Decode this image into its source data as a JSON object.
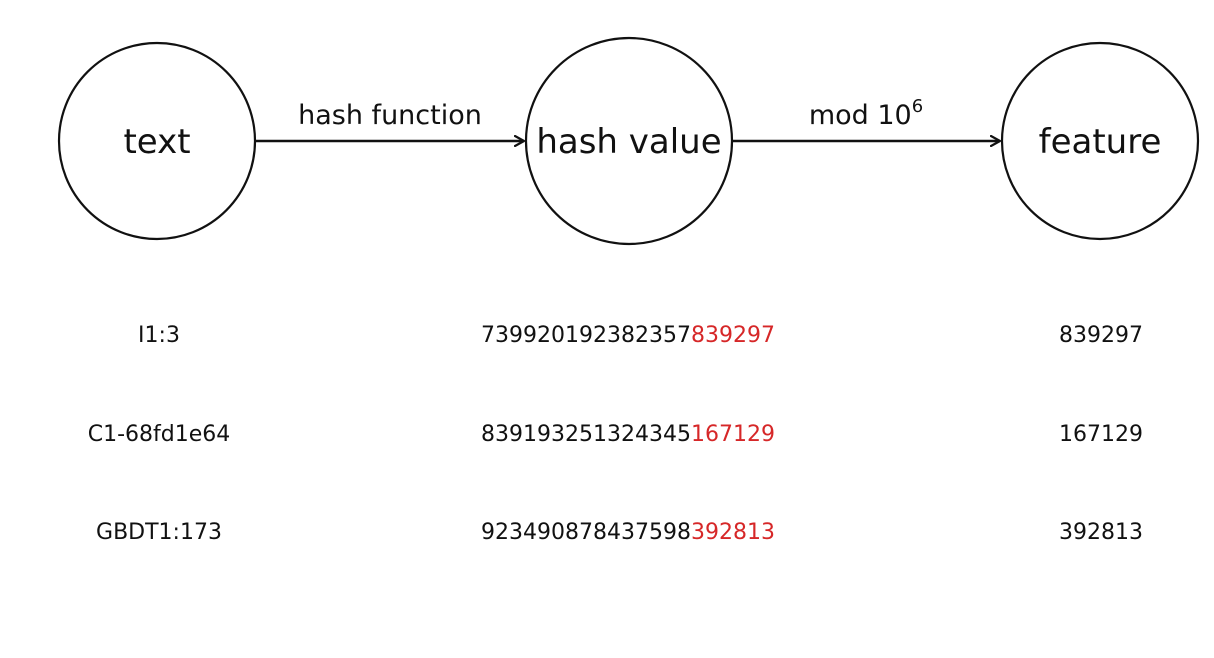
{
  "nodes": {
    "text": "text",
    "hash_value": "hash value",
    "feature": "feature"
  },
  "edges": {
    "hash_function": "hash function",
    "mod_base": "mod 10",
    "mod_exp": "6"
  },
  "rows": [
    {
      "text": "I1:3",
      "hash_prefix": "739920192382357",
      "hash_suffix": "839297",
      "feature": "839297"
    },
    {
      "text": "C1-68fd1e64",
      "hash_prefix": "839193251324345",
      "hash_suffix": "167129",
      "feature": "167129"
    },
    {
      "text": "GBDT1:173",
      "hash_prefix": "923490878437598",
      "hash_suffix": "392813",
      "feature": "392813"
    }
  ],
  "colors": {
    "highlight": "#d62728",
    "stroke": "#111111"
  }
}
